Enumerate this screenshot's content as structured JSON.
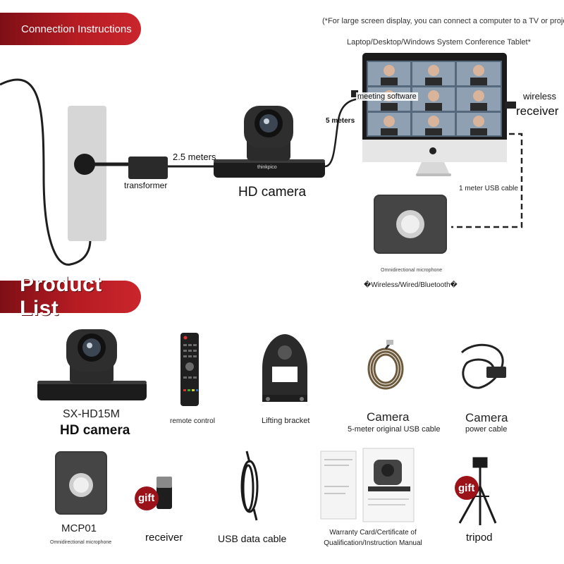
{
  "connection": {
    "banner": "Connection Instructions",
    "note_line1": "(*For large screen display, you can connect a computer to a TV or projector)",
    "note_line2": "Laptop/Desktop/Windows System Conference Tablet*",
    "meeting_software": "meeting software",
    "wireless": "wireless",
    "receiver": "receiver",
    "five_meters": "5 meters",
    "two_five_meters": "2.5 meters",
    "transformer": "transformer",
    "hd_camera": "HD camera",
    "usb_cable": "1 meter USB cable",
    "mic_label": "Omnidirectional microphone",
    "mic_modes": "�Wireless/Wired/Bluetooth�",
    "camera_brand": "thinkpico"
  },
  "product_list": {
    "banner": "Product List",
    "items": [
      {
        "model": "SX-HD15M",
        "name": "HD camera"
      },
      {
        "name": "remote control"
      },
      {
        "name": "Lifting bracket"
      },
      {
        "title": "Camera",
        "name": "5-meter original USB cable"
      },
      {
        "title": "Camera",
        "name": "power cable"
      },
      {
        "model": "MCP01",
        "name": "Omnidirectional microphone"
      },
      {
        "badge": "gift",
        "name": "receiver"
      },
      {
        "name": "USB data cable"
      },
      {
        "name": "Warranty Card/Certificate of Qualification/Instruction Manual"
      },
      {
        "badge": "gift",
        "name": "tripod"
      }
    ]
  },
  "colors": {
    "banner": "#b71c23",
    "accent_dark": "#222222"
  }
}
